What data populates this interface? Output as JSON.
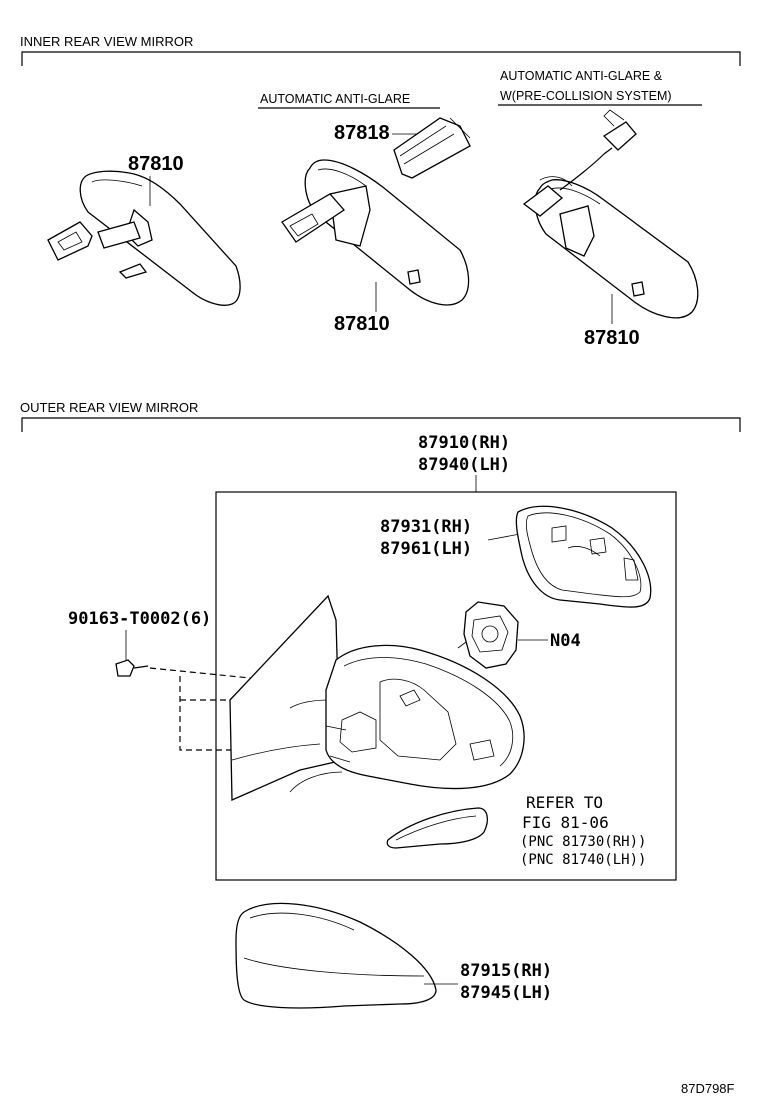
{
  "sections": {
    "inner": {
      "title": "INNER REAR VIEW MIRROR"
    },
    "outer": {
      "title": "OUTER REAR VIEW MIRROR"
    }
  },
  "inner_parts": {
    "mirror_basic": {
      "part_no": "87810"
    },
    "variant_auto": {
      "note": "AUTOMATIC ANTI-GLARE",
      "cover_part_no": "87818",
      "mirror_part_no": "87810"
    },
    "variant_pcs": {
      "note_line1": "AUTOMATIC ANTI-GLARE &",
      "note_line2": "W(PRE-COLLISION SYSTEM)",
      "mirror_part_no": "87810"
    }
  },
  "outer_parts": {
    "assembly": {
      "rh": "87910(RH)",
      "lh": "87940(LH)"
    },
    "mirror_glass": {
      "rh": "87931(RH)",
      "lh": "87961(LH)"
    },
    "motor": {
      "code": "N04"
    },
    "screw": {
      "part_no": "90163-T0002(6)"
    },
    "turn_signal": {
      "line1": "REFER TO",
      "line2": "FIG 81-06",
      "line3": "(PNC 81730(RH))",
      "line4": "(PNC 81740(LH))"
    },
    "cover": {
      "rh": "87915(RH)",
      "lh": "87945(LH)"
    }
  },
  "diagram_code": "87D798F"
}
